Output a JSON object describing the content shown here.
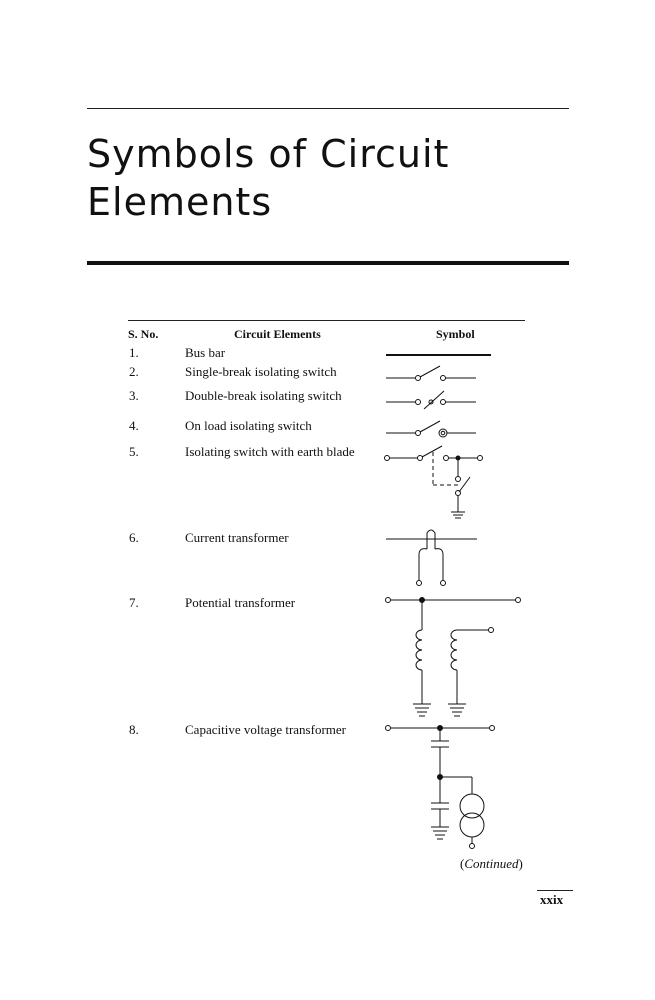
{
  "chapter": {
    "title_line1": "Symbols of Circuit",
    "title_line2": "Elements"
  },
  "table": {
    "headers": {
      "sno": "S. No.",
      "element": "Circuit Elements",
      "symbol": "Symbol"
    },
    "rows": [
      {
        "no": "1.",
        "name": "Bus bar"
      },
      {
        "no": "2.",
        "name": "Single-break isolating switch"
      },
      {
        "no": "3.",
        "name": "Double-break isolating switch"
      },
      {
        "no": "4.",
        "name": "On load isolating switch"
      },
      {
        "no": "5.",
        "name": "Isolating switch with earth blade"
      },
      {
        "no": "6.",
        "name": "Current transformer"
      },
      {
        "no": "7.",
        "name": "Potential transformer"
      },
      {
        "no": "8.",
        "name": "Capacitive voltage transformer"
      }
    ]
  },
  "footer": {
    "continued_open": "(",
    "continued_word": "Continued",
    "continued_close": ")",
    "page_number": "xxix"
  }
}
